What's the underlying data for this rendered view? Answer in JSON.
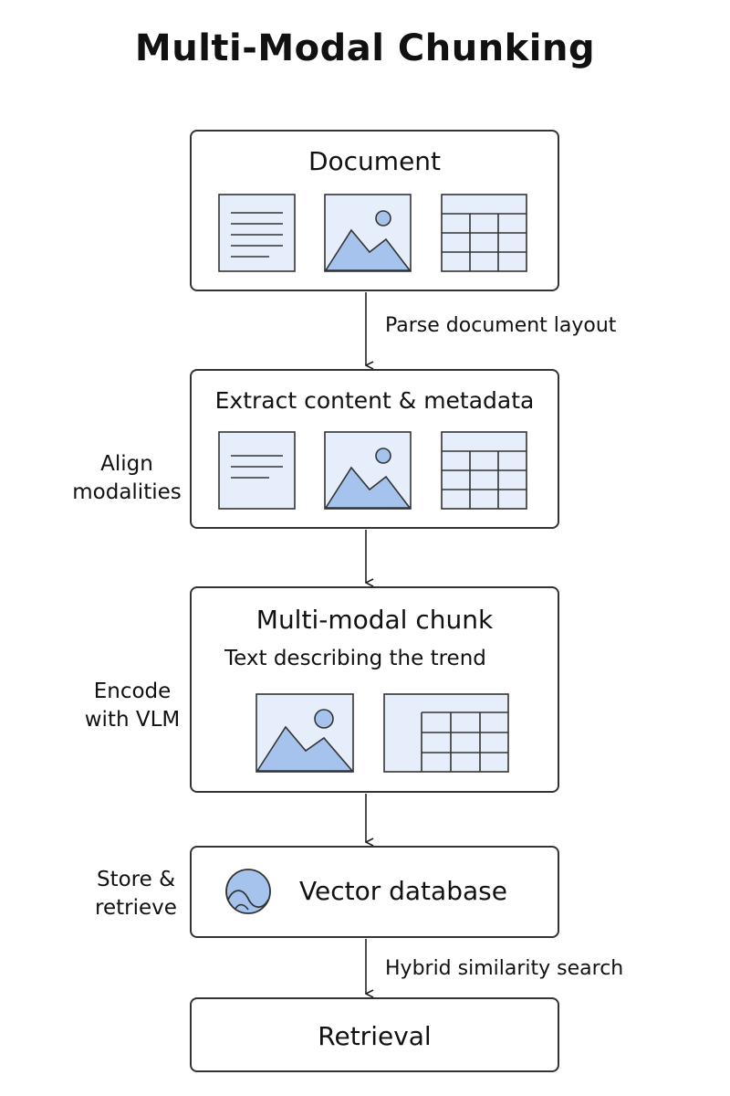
{
  "diagram": {
    "title": "Multi-Modal Chunking",
    "nodes": {
      "document": "Document",
      "extract": "Extract content & metadata",
      "chunk": "Multi-modal chunk",
      "chunk_text": "Text describing the trend",
      "vector_db": "Vector database",
      "retrieval": "Retrieval"
    },
    "edge_labels": {
      "parse": "Parse document layout",
      "hybrid": "Hybrid similarity search"
    },
    "side_labels": {
      "align_line1": "Align",
      "align_line2": "modalities",
      "encode_line1": "Encode",
      "encode_line2": "with VLM",
      "store_line1": "Store &",
      "store_line2": "retrieve"
    },
    "colors": {
      "icon_fill": "#e6eefb",
      "icon_accent": "#a5c3ed",
      "stroke": "#333333"
    }
  }
}
